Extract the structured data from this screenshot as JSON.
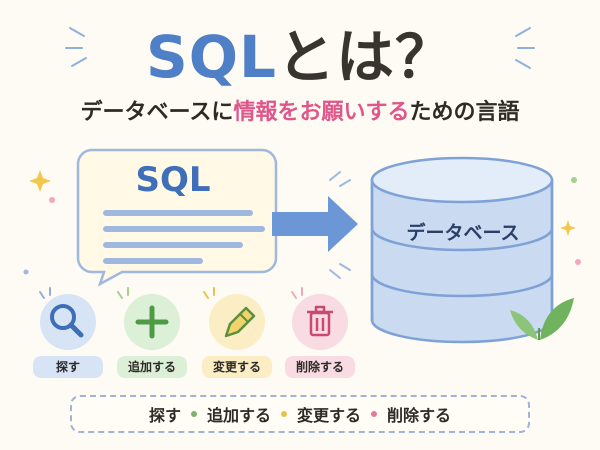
{
  "title": {
    "sql": "SQL",
    "rest": "とは？"
  },
  "subtitle": {
    "part1": "データベースに",
    "highlight": "情報をお願いする",
    "part2": "ための言語"
  },
  "bubble": {
    "title": "SQL"
  },
  "database": {
    "label": "データベース"
  },
  "actions": [
    {
      "label": "探す",
      "icon": "search-icon",
      "circle": "#d6e4f6",
      "chip": "#d6e4f6"
    },
    {
      "label": "追加する",
      "icon": "plus-icon",
      "circle": "#dcefd7",
      "chip": "#dcefd7"
    },
    {
      "label": "変更する",
      "icon": "pencil-icon",
      "circle": "#fbeec5",
      "chip": "#fbeec5"
    },
    {
      "label": "削除する",
      "icon": "trash-icon",
      "circle": "#f8dbe3",
      "chip": "#f8dbe3"
    }
  ],
  "summary": {
    "items": [
      "探す",
      "追加する",
      "変更する",
      "削除する"
    ],
    "dot_colors": [
      "#7bb36f",
      "#e8c34a",
      "#e07aa0"
    ]
  },
  "colors": {
    "accent_blue": "#4f7fc6",
    "accent_pink": "#e0568a",
    "text_dark": "#2f2a26"
  }
}
